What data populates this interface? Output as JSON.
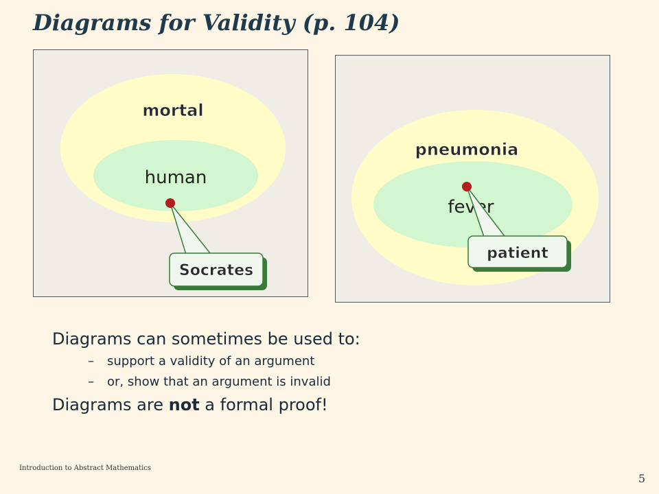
{
  "slide": {
    "title": "Diagrams for Validity (p. 104)",
    "footer": "Introduction to Abstract Mathematics",
    "page_number": "5"
  },
  "diagram_left": {
    "outer_label": "mortal",
    "inner_label": "human",
    "callout_label": "Socrates"
  },
  "diagram_right": {
    "outer_label": "pneumonia",
    "inner_label": "fever",
    "callout_label": "patient"
  },
  "notes": {
    "line1": "Diagrams can sometimes be used to:",
    "sub1_dash": "–",
    "sub1": "support a validity of an argument",
    "sub2_dash": "–",
    "sub2": "or, show that an argument is invalid",
    "line4_before": "Diagrams are ",
    "line4_bold": "not",
    "line4_after": " a formal proof!"
  },
  "colors": {
    "background": "#fdf5e6",
    "panel_fill": "#f0ede6",
    "outer_region": "#fffcc8",
    "inner_region": "#d2f7d0",
    "point": "#b21e1e",
    "callout_fill": "#eef6ee",
    "callout_border": "#3a7a3a"
  }
}
